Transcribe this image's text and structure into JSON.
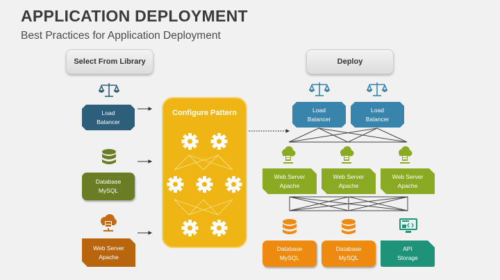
{
  "header": {
    "title": "APPLICATION DEPLOYMENT",
    "subtitle": "Best Practices for Application Deployment"
  },
  "left_column": {
    "header_button": "Select From Library",
    "components": [
      {
        "label_line1": "Load",
        "label_line2": "Balancer",
        "icon": "balance-scale-icon",
        "color": "#2e5f7a"
      },
      {
        "label_line1": "Database",
        "label_line2": "MySQL",
        "icon": "database-icon",
        "color": "#6a7c24"
      },
      {
        "label_line1": "Web Server",
        "label_line2": "Apache",
        "icon": "cloud-server-icon",
        "color": "#b8650e"
      }
    ]
  },
  "center": {
    "title": "Configure Pattern",
    "gear_rows": [
      2,
      3,
      2
    ],
    "color": "#efb514"
  },
  "right_column": {
    "header_button": "Deploy",
    "load_balancers": [
      {
        "label_line1": "Load",
        "label_line2": "Balancer"
      },
      {
        "label_line1": "Load",
        "label_line2": "Balancer"
      }
    ],
    "web_servers": [
      {
        "label_line1": "Web Server",
        "label_line2": "Apache"
      },
      {
        "label_line1": "Web Server",
        "label_line2": "Apache"
      },
      {
        "label_line1": "Web Server",
        "label_line2": "Apache"
      }
    ],
    "storage": [
      {
        "label_line1": "Database",
        "label_line2": "MySQL",
        "icon": "database-icon"
      },
      {
        "label_line1": "Database",
        "label_line2": "MySQL",
        "icon": "database-icon"
      },
      {
        "label_line1": "API",
        "label_line2": "Storage",
        "icon": "monitor-code-icon"
      }
    ]
  },
  "colors": {
    "load_balancer_dark": "#2e5f7a",
    "load_balancer_light": "#3884ad",
    "web_server_green": "#8aaa23",
    "database_orange": "#ef8a10",
    "api_teal": "#1e937a",
    "config_yellow": "#efb514"
  }
}
